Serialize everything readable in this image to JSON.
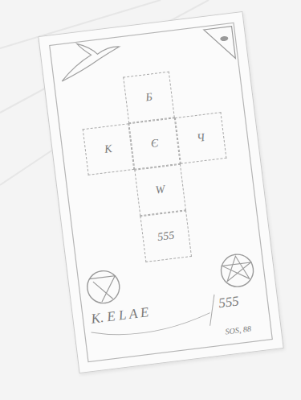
{
  "diagram": {
    "nodes": [
      {
        "text": [
          "Б"
        ]
      },
      {
        "text": [
          "K"
        ]
      },
      {
        "text": [
          "Є"
        ]
      },
      {
        "text": [
          "Ч"
        ]
      },
      {
        "text": [
          "W"
        ]
      },
      {
        "text": [
          "555"
        ]
      }
    ],
    "labels": [
      "K. E L A E",
      "555",
      "SOS, 88"
    ]
  }
}
